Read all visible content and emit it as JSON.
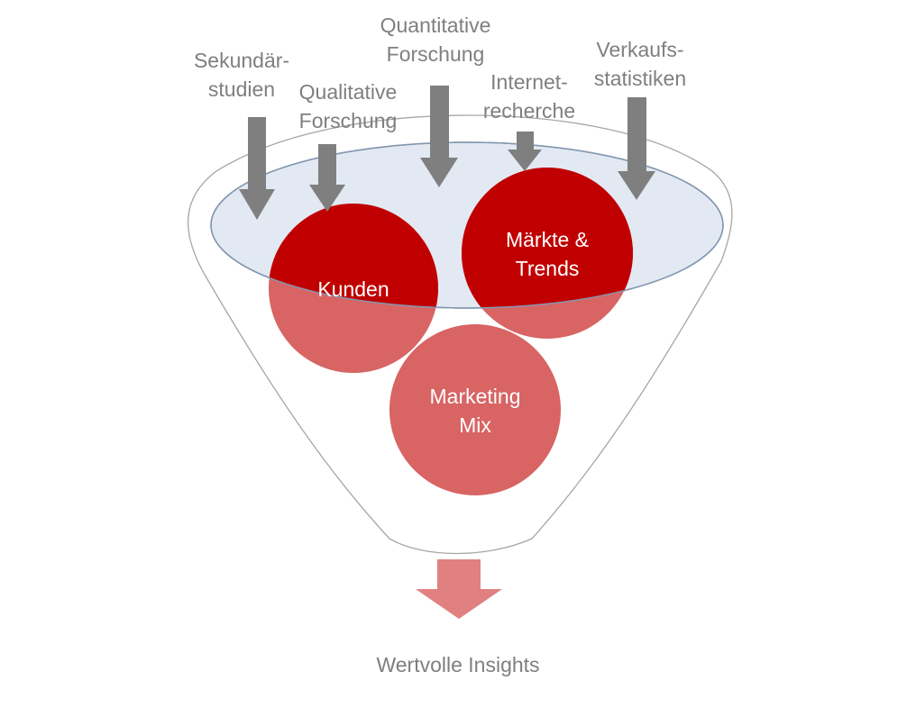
{
  "inputs": [
    {
      "line1": "Sekundär-",
      "line2": "studien"
    },
    {
      "line1": "Qualitative",
      "line2": "Forschung"
    },
    {
      "line1": "Quantitative",
      "line2": "Forschung"
    },
    {
      "line1": "Internet-",
      "line2": "recherche"
    },
    {
      "line1": "Verkaufs-",
      "line2": "statistiken"
    }
  ],
  "circles": [
    {
      "line1": "Kunden",
      "line2": ""
    },
    {
      "line1": "Märkte &",
      "line2": "Trends"
    },
    {
      "line1": "Marketing",
      "line2": "Mix"
    }
  ],
  "output": {
    "label": "Wertvolle Insights"
  },
  "colors": {
    "circle_dark": "#c00000",
    "circle_light": "#d86464",
    "output_arrow": "#e08080",
    "input_arrow": "#7f7f7f",
    "funnel_top": "#e2e9f3",
    "funnel_outline": "#a6a6a6",
    "text": "#7f7f7f"
  }
}
